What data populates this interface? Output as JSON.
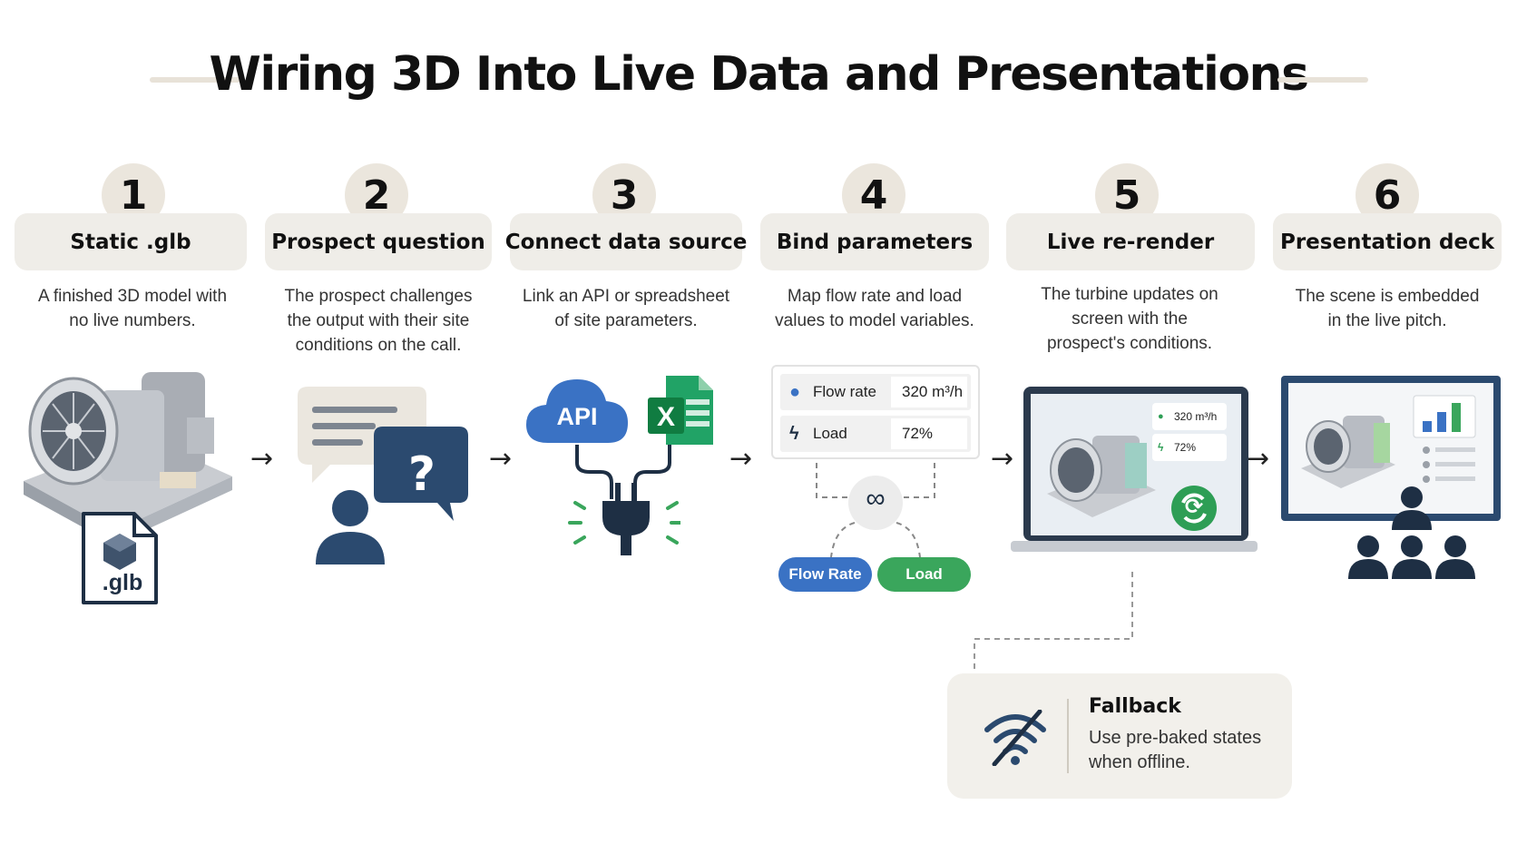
{
  "title": "Wiring 3D Into Live Data and Presentations",
  "steps": [
    {
      "number": "1",
      "label": "Static .glb",
      "description": "A finished 3D model with no live numbers."
    },
    {
      "number": "2",
      "label": "Prospect question",
      "description": "The prospect challenges the output with their site conditions on the call."
    },
    {
      "number": "3",
      "label": "Connect data source",
      "description": "Link an API or spreadsheet of site parameters."
    },
    {
      "number": "4",
      "label": "Bind parameters",
      "description": "Map flow rate and load values to model variables."
    },
    {
      "number": "5",
      "label": "Live re-render",
      "description": "The turbine updates on screen with the prospect's conditions."
    },
    {
      "number": "6",
      "label": "Presentation deck",
      "description": "The scene is embedded in the live pitch."
    }
  ],
  "glb_file_label": ".glb",
  "api_label": "API",
  "excel_label": "X",
  "parameters": [
    {
      "name": "Flow rate",
      "value": "320 m³/h"
    },
    {
      "name": "Load",
      "value": "72%"
    }
  ],
  "bound_variables": [
    "Flow Rate",
    "Load"
  ],
  "screen_readouts": {
    "flow": "320 m³/h",
    "load": "72%"
  },
  "fallback": {
    "title": "Fallback",
    "text": "Use pre-baked states when offline."
  },
  "colors": {
    "accent_blue": "#3a72c4",
    "accent_green": "#3aa65c",
    "navy": "#2b4a6f",
    "card_bg": "#efede8"
  }
}
